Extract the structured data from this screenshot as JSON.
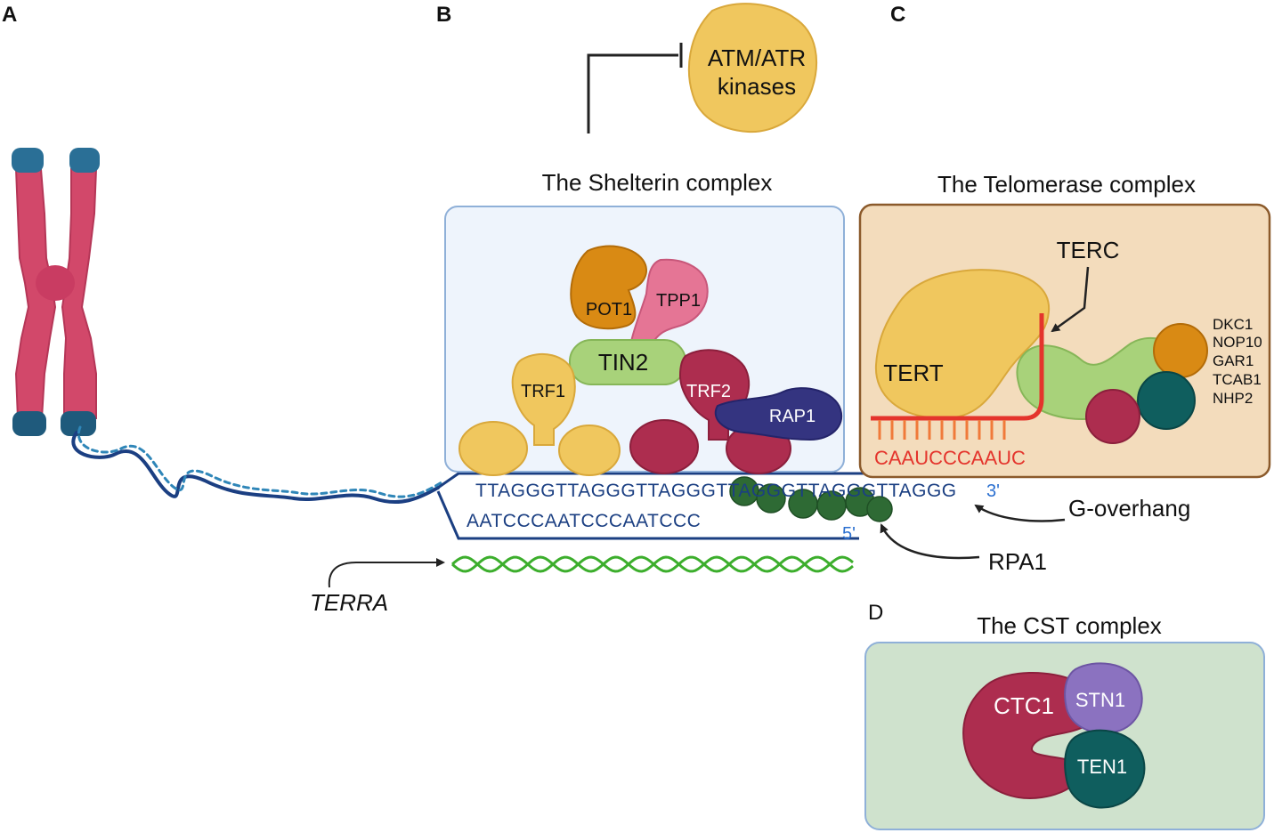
{
  "panels": {
    "a": "A",
    "b": "B",
    "c": "C",
    "d": "D"
  },
  "kinases": {
    "line1": "ATM/ATR",
    "line2": "kinases"
  },
  "shelterin": {
    "title": "The Shelterin complex",
    "pot1": "POT1",
    "tpp1": "TPP1",
    "tin2": "TIN2",
    "trf1": "TRF1",
    "trf2": "TRF2",
    "rap1": "RAP1"
  },
  "telomerase": {
    "title": "The Telomerase complex",
    "terc": "TERC",
    "tert": "TERT",
    "template": "CAAUCCCAAUC",
    "proteins": [
      "DKC1",
      "NOP10",
      "GAR1",
      "TCAB1",
      "NHP2"
    ]
  },
  "dna": {
    "top_strand": "TTAGGGTTAGGGTTAGGGTTAGGGTTAGGGTTAGGG",
    "three_prime": "3'",
    "bottom_strand": "AATCCCAATCCCAATCCC",
    "five_prime": "5'"
  },
  "callouts": {
    "g_overhang": "G-overhang",
    "rpa1": "RPA1",
    "terra": "TERRA"
  },
  "cst": {
    "title": "The CST complex",
    "ctc1": "CTC1",
    "stn1": "STN1",
    "ten1": "TEN1"
  },
  "colors": {
    "chromosome": "#d2486a",
    "telomere_cap": "#2a6f96",
    "shelterin_box": "#eef4fc",
    "telomerase_box": "#f3dcbc",
    "cst_box": "#cfe2cd",
    "yellow_protein": "#f0c75e",
    "orange_protein": "#d98a14",
    "pink_protein": "#e57595",
    "light_green_protein": "#a8d27a",
    "crimson_protein": "#ad2d4f",
    "navy_protein": "#343480",
    "teal_protein": "#0f5e5e",
    "purple_protein": "#8b72c0",
    "dna_blue": "#1b3f82",
    "rna_red": "#e4342c",
    "terra_green": "#3cae2c",
    "rpa_green": "#2e6a34"
  }
}
